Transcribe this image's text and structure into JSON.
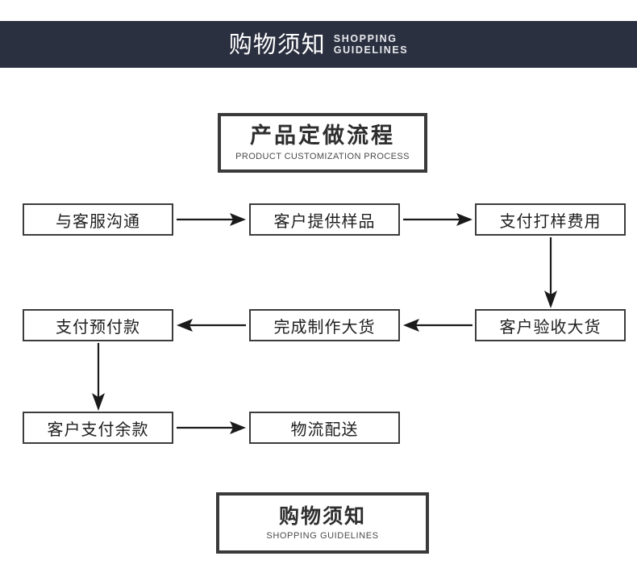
{
  "banner": {
    "title_cn": "购物须知",
    "title_en_line1": "SHOPPING",
    "title_en_line2": "GUIDELINES",
    "background_color": "#2b3040",
    "text_color": "#ffffff"
  },
  "process_title": {
    "cn": "产品定做流程",
    "en": "PRODUCT CUSTOMIZATION PROCESS",
    "border_color": "#3a3a3a"
  },
  "flow": {
    "nodes": [
      {
        "id": "contact",
        "label": "与客服沟通",
        "row": 1,
        "col": 1
      },
      {
        "id": "sample",
        "label": "客户提供样品",
        "row": 1,
        "col": 2
      },
      {
        "id": "fee",
        "label": "支付打样费用",
        "row": 1,
        "col": 3
      },
      {
        "id": "prepay",
        "label": "支付预付款",
        "row": 2,
        "col": 1
      },
      {
        "id": "produce",
        "label": "完成制作大货",
        "row": 2,
        "col": 2
      },
      {
        "id": "accept",
        "label": "客户验收大货",
        "row": 2,
        "col": 3
      },
      {
        "id": "balance",
        "label": "客户支付余款",
        "row": 3,
        "col": 1
      },
      {
        "id": "logistics",
        "label": "物流配送",
        "row": 3,
        "col": 2
      }
    ],
    "arrows": [
      {
        "from": "contact",
        "to": "sample",
        "direction": "right"
      },
      {
        "from": "sample",
        "to": "fee",
        "direction": "right"
      },
      {
        "from": "fee",
        "to": "accept",
        "direction": "down"
      },
      {
        "from": "accept",
        "to": "produce",
        "direction": "left"
      },
      {
        "from": "produce",
        "to": "prepay",
        "direction": "left"
      },
      {
        "from": "prepay",
        "to": "balance",
        "direction": "down"
      },
      {
        "from": "balance",
        "to": "logistics",
        "direction": "right"
      }
    ],
    "node_border_color": "#3c3c3c",
    "arrow_color": "#1a1a1a"
  },
  "footer_title": {
    "cn": "购物须知",
    "en": "SHOPPING GUIDELINES",
    "border_color": "#3a3a3a"
  }
}
